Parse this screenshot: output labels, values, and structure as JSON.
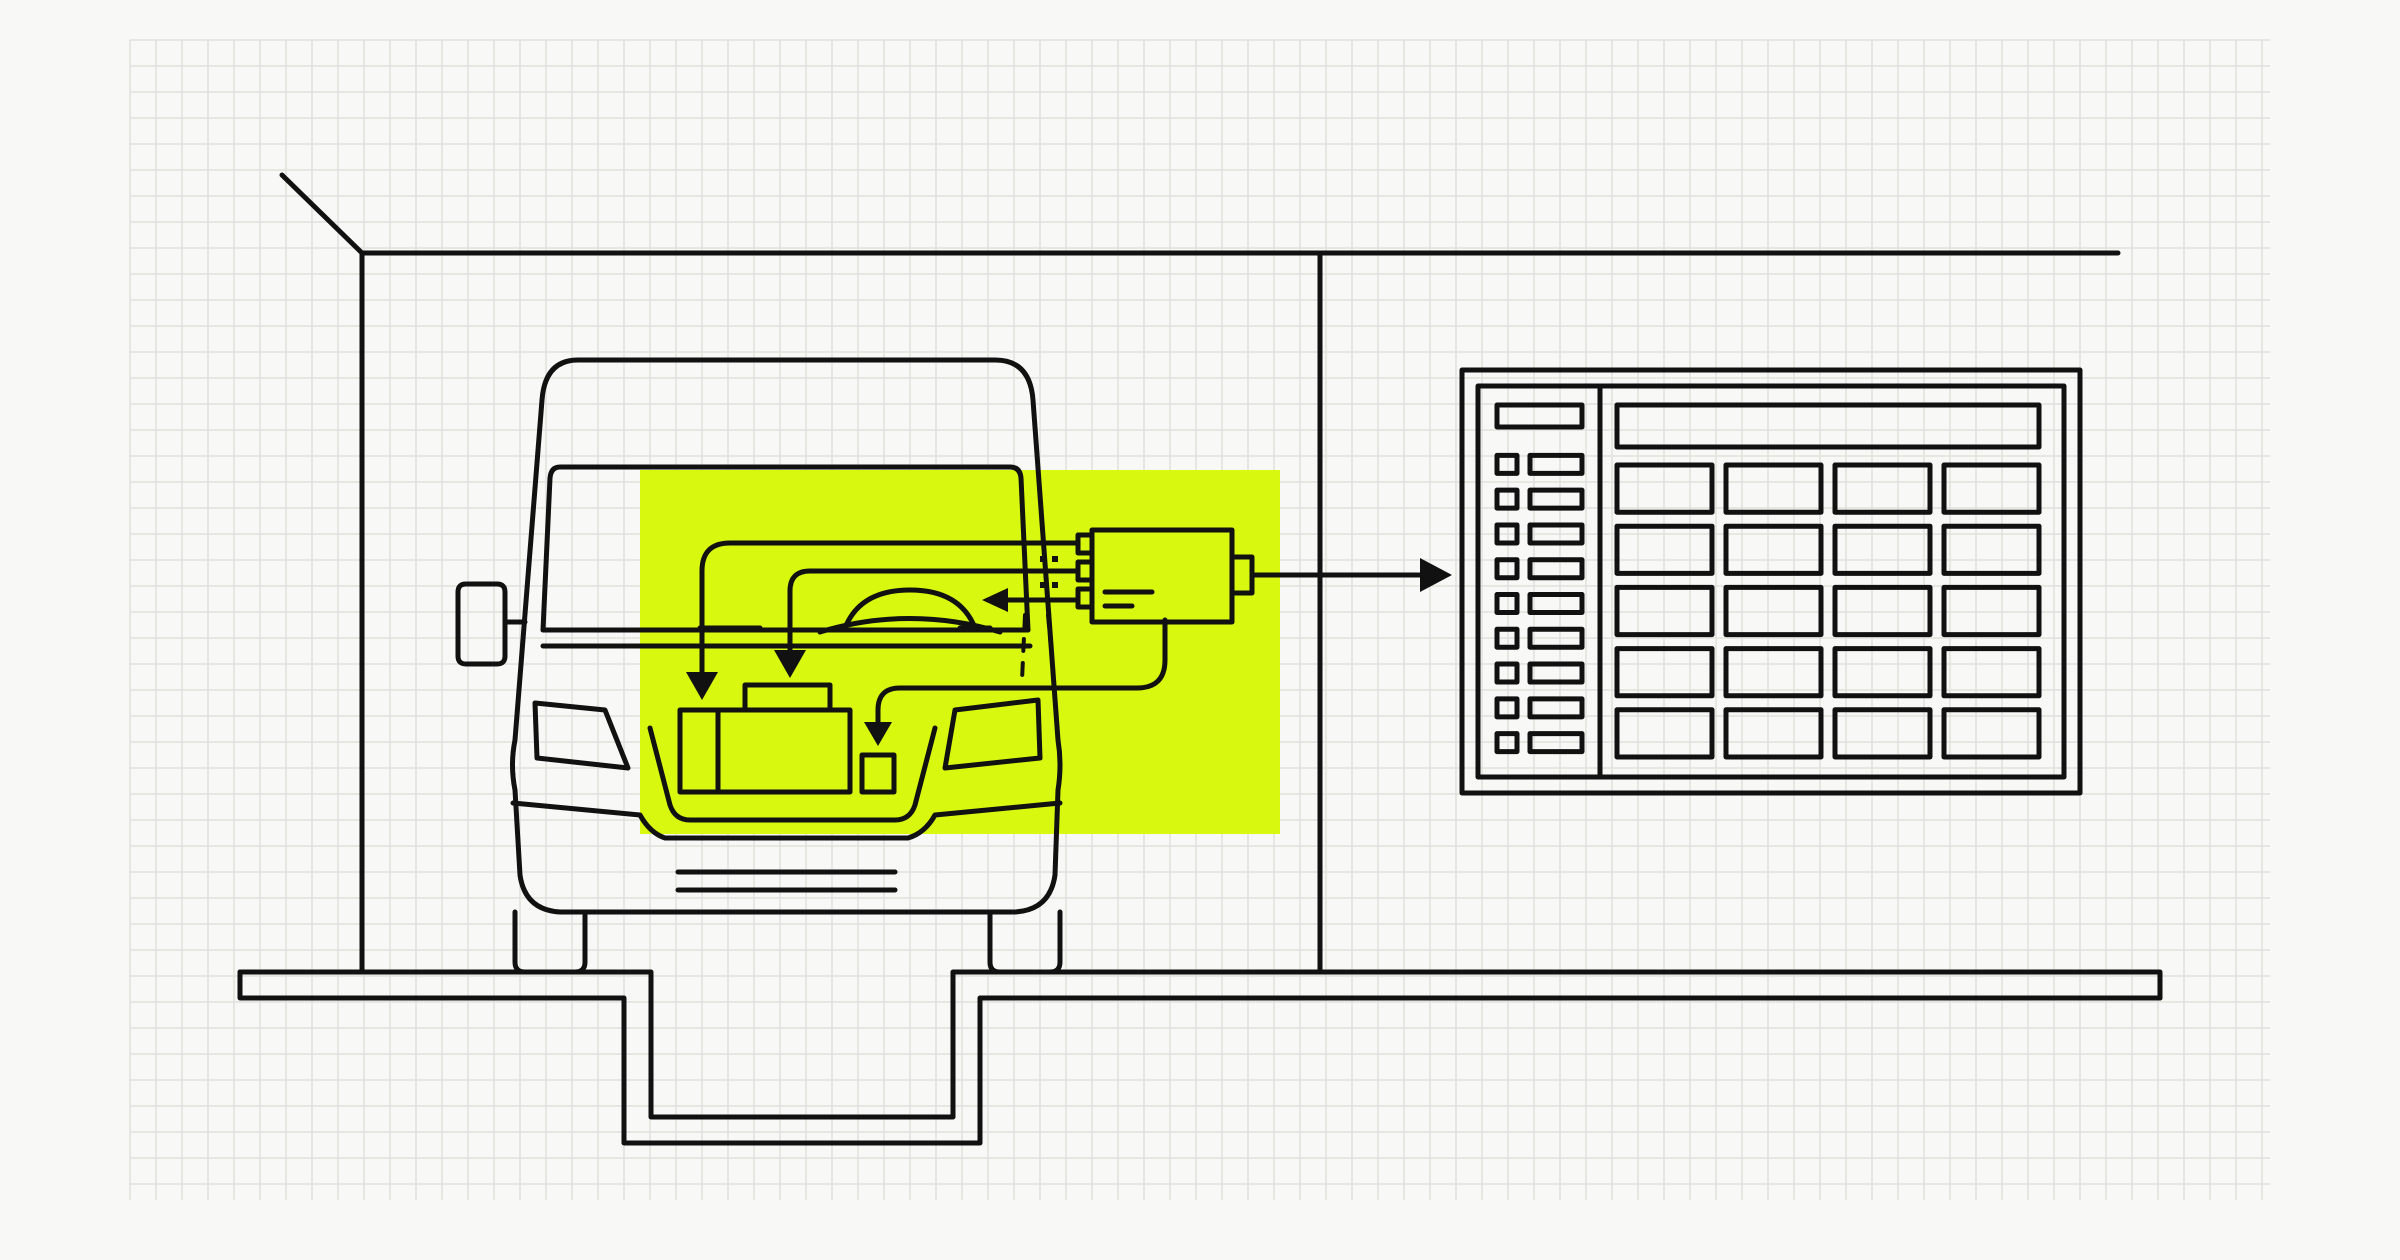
{
  "diagram": {
    "background_color": "#f8f8f6",
    "grid_color": "#e1e1dc",
    "line_color": "#111111",
    "highlight_color": "#d8f80f",
    "subject": "van-over-inspection-pit",
    "panel_subject": "data-table-display",
    "table_panel": {
      "sidebar_rows": 9,
      "body_rows": 5,
      "body_columns": 4
    },
    "icons": {
      "van": "van-front-icon",
      "engine": "engine-block-icon",
      "connector": "diagnostic-connector-icon",
      "arrow": "arrow-right-icon",
      "table": "data-table-icon"
    }
  }
}
